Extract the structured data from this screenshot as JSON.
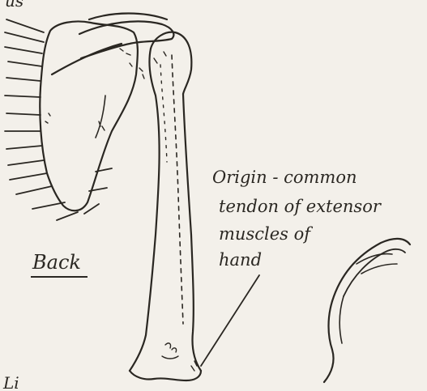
{
  "labels": {
    "top_fragment": "us",
    "back": "Back",
    "annotation": [
      "Origin - common",
      "tendon of extensor",
      "muscles of",
      "hand"
    ],
    "bottom_fragment": "Li"
  },
  "colors": {
    "ink": "#2a2722",
    "paper": "#f3f0ea"
  }
}
